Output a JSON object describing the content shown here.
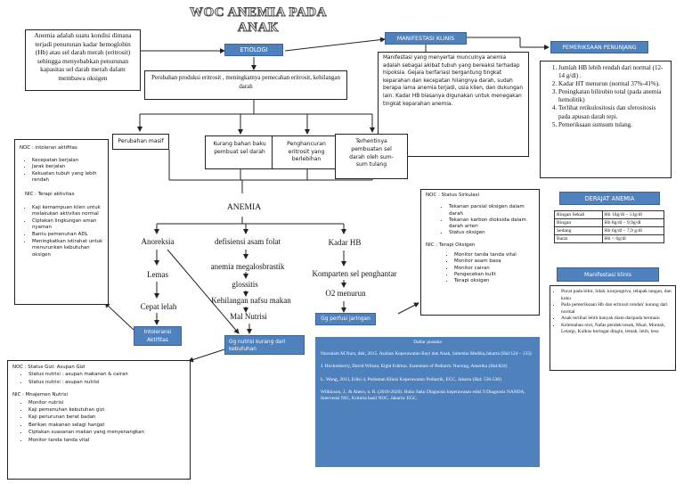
{
  "title": "WOC ANEMIA PADA ANAK",
  "definition": "Anemia adalah suatu kondisi dimana terjadi penurunan kadar hemoglobin (Hb) atau sel darah merah (eritrosit) sehingga menyebabkan penurunan kapasitas sel darah merah dalam membawa oksigen",
  "etiologi_label": "ETIOLOGI",
  "manifestasi_label": "MANIFESTASI KLINIS",
  "pemeriksaan_label": "PEMERIKSAAN PENUNJANG",
  "manifestasi_text": "Manifestasi yang menyertai munculnya anemia adalah sebagai akibat tubuh yang bereaksi terhadap hipoksia. Gejala berfariasi bergantung tingkat keparahan dan kecepatan hilangnya darah, sudah berapa lama anemia terjadi, usia klien, dan dukungan lain. Kadar HB biasanya digunakan untuk menegakan tingkat keparahan anemia.",
  "pemeriksaan_items": [
    "Jumlah HB lebih rendah dari normal (12-14 g/dl) .",
    "Kadar HT menurun (normal 37%-41%).",
    "Peningkatan bilirubin total (pada anemia hemolitik)",
    "Terlihat retikulositosis dan sferositosis pada apusan darah tepi.",
    "Pemeriksaan sumsum tulang."
  ],
  "cause_main": "Perubahan produksi eritrosit , meningkatnya pemecahan eritrosit, kehilangan darah",
  "causes": [
    "Perubahan masif",
    "Kurang bahan baku pembuat sel darah",
    "Penghancuran eritrosit yang berlebihan",
    "Terhentinya pembuatan sel darah oleh sum-sum tulang"
  ],
  "anemia": "ANEMIA",
  "left_chain": [
    "Anoreksia",
    "Lemas",
    "Cepat lelah"
  ],
  "mid_chain": [
    "defisiensi asam folat",
    "anemia megalosbrastik",
    "glossitis",
    "Kehilangan nafsu makan",
    "Mal Nutrisi"
  ],
  "right_chain": [
    "Kadar HB",
    "Komparten sel penghantar",
    "O2 menurun"
  ],
  "dx_intoleransi": "Intoleransi Aktifitas",
  "dx_nutrisi": "Gg nutrisi kurang dari kebutuhan",
  "dx_perfusi": "Gg perfusi jaringan",
  "noc_aktifitas": {
    "noc_title": "NOC : intoleran aktifitas",
    "noc_items": [
      "Kecepatan berjalan",
      "Jarak berjalan",
      "Kekuatan tubuh yang lebih rendah"
    ],
    "nic_title": "NIC : Terapi aktivitas",
    "nic_items": [
      "Kaji kemampuan klien untuk melakukan aktivitas normal",
      "Ciptakan lingkungan aman nyaman",
      "Bantu pemenuhan ADL",
      "Meningkatkan istirahat untuk menurunkan kebutuhan oksigen"
    ]
  },
  "noc_sirkulasi": {
    "noc_title": "NOC : Status Sirkulasi",
    "noc_items": [
      "Tekanan parsial oksigen dalam darah",
      "Tekanan karbon dioksida dalam darah arteri",
      "Status oksigen"
    ],
    "nic_title": "NIC : Terapi Oksigen",
    "nic_items": [
      "Monitor tanda tanda vital",
      "Monitor asam basa",
      "Monitor cairan",
      "Pengecekan kulit",
      "Terapi oksigen"
    ]
  },
  "noc_gizi": {
    "noc_title": "NOC : Status Gizi: Asupan Gizi",
    "noc_items": [
      "Status nutrisi : asupan makanan & cairan",
      "Status nutrisi : asupan nutrisi"
    ],
    "nic_title": "NIC :  Mnajemen Nutrisi",
    "nic_items": [
      "Monitor nutrisi",
      "Kaji pemenuhan kebutuhan gizi",
      "Kaji penurunan berat badan",
      "Berikan makanan selagi hangat",
      "Ciptakan suasanan makan yang menyenangkan",
      "Monitor tanda tanda vital"
    ]
  },
  "derajat_title": "DERAJAT ANEMIA",
  "derajat_rows": [
    [
      "Ringan Sekali",
      "Hb 10g/dl – 13g/dl"
    ],
    [
      "Ringan",
      "Hb 8g/dl – 9,9g/dl"
    ],
    [
      "Sedang",
      "Hb 6g/dl – 7,9 g/dl"
    ],
    [
      "Barat",
      "Hb < 6g/dl"
    ]
  ],
  "manif2_title": "Manifestasi klinis",
  "manif2_items": [
    "Pucat pada bibir, lidah, konjungtiva, telapak tangan, dan kuku",
    "Pada pemeriksaan Hb dan eritrosit rendah' kurang dari normal",
    "Anak terlihat lebih banyak diam daripada bermain",
    "Kelemahan otot, Nafas pendek/sesak, Mual, Muntah, Letargi, Kulkus keringat dingin, lemah, letih, lesu"
  ],
  "pustaka_title": "Daftar pustaka",
  "pustaka_items": [
    "Nursalam M.Nurs, dkk, 2015. Asuhan Keperawatan Bayi dan Anak, Salemba Medika,Jakarta (Hal:124 – 133)",
    "J. Hockenberry, David Wilson, Eight Edition. Essentials of Pediatric Nursing, Amerika (Hal:824)",
    "L. Wong, 2013, Edisi 4, Pedoman Klinis Keperawatan Pediatrik, EGC, Jakarta (Hal: 536-538)",
    "Wilkinson, J., & Ahern, n. R. (2018-2020). Buku Saku Diagnosis keperawatan edisi 9 Diagnosis NANDA, Intervensi NIC, Kriteria hasil NOC. Jakarta: EGC."
  ],
  "colors": {
    "accent": "#4f81bd",
    "lines": "#222222"
  }
}
